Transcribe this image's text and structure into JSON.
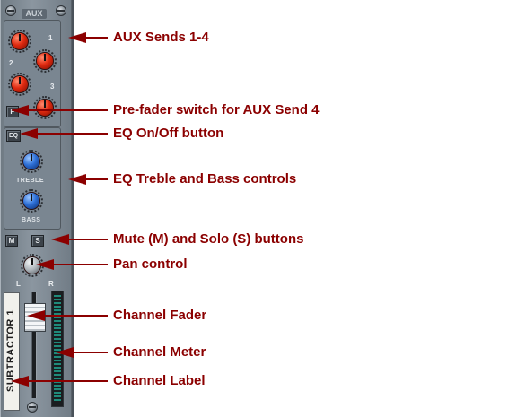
{
  "strip": {
    "aux_title": "AUX",
    "aux_numbers": [
      "1",
      "2",
      "3"
    ],
    "pre_fader_button": "P",
    "eq_button": "EQ",
    "treble_label": "TREBLE",
    "bass_label": "BASS",
    "mute_button": "M",
    "solo_button": "S",
    "pan_left": "L",
    "pan_right": "R",
    "channel_label": "SUBTRACTOR 1"
  },
  "callouts": [
    {
      "label": "AUX Sends 1-4"
    },
    {
      "label": "Pre-fader switch for AUX Send 4"
    },
    {
      "label": "EQ On/Off button"
    },
    {
      "label": "EQ Treble and Bass controls"
    },
    {
      "label": "Mute (M) and Solo (S) buttons"
    },
    {
      "label": "Pan control"
    },
    {
      "label": "Channel Fader"
    },
    {
      "label": "Channel Meter"
    },
    {
      "label": "Channel Label"
    }
  ],
  "colors": {
    "callout": "#8b0000",
    "aux_knob": "#e02a10",
    "eq_knob": "#2d6fd6",
    "meter": "#1f8a7a"
  }
}
